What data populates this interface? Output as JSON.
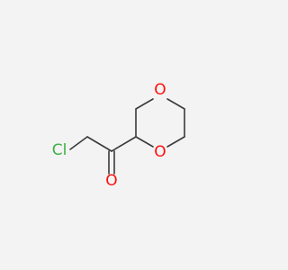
{
  "molecule": {
    "atoms": [
      {
        "id": "cl",
        "label": "Cl",
        "color": "#3cb043"
      },
      {
        "id": "o_ring_top",
        "label": "O",
        "color": "#ff0d0d"
      },
      {
        "id": "o_ring_bottom",
        "label": "O",
        "color": "#ff0d0d"
      },
      {
        "id": "o_carbonyl",
        "label": "O",
        "color": "#ff0d0d"
      }
    ],
    "bond_color": "#3a3a3a",
    "background": "#f3f3f3"
  }
}
